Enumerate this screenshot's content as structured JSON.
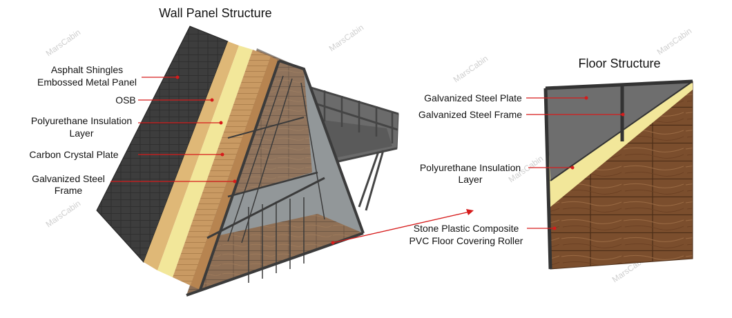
{
  "titles": {
    "wall": "Wall Panel Structure",
    "floor": "Floor Structure"
  },
  "wall_labels": [
    "Asphalt Shingles",
    "Embossed Metal Panel",
    "OSB",
    "Polyurethane Insulation",
    "Layer",
    "Carbon Crystal Plate",
    "Galvanized Steel",
    "Frame"
  ],
  "floor_labels": [
    "Galvanized Steel Plate",
    "Galvanized Steel Frame",
    "Polyurethane Insulation",
    "Layer",
    "Stone Plastic Composite",
    "PVC Floor Covering Roller"
  ],
  "watermark": "MarsCabin",
  "colors": {
    "leader": "#d61b1b",
    "shingle": "#3d3d3d",
    "osb": "#dfb877",
    "insulation": "#f2e79a",
    "wood": "#8a5a35",
    "steel": "#454545",
    "plate": "#6e6e6e"
  }
}
